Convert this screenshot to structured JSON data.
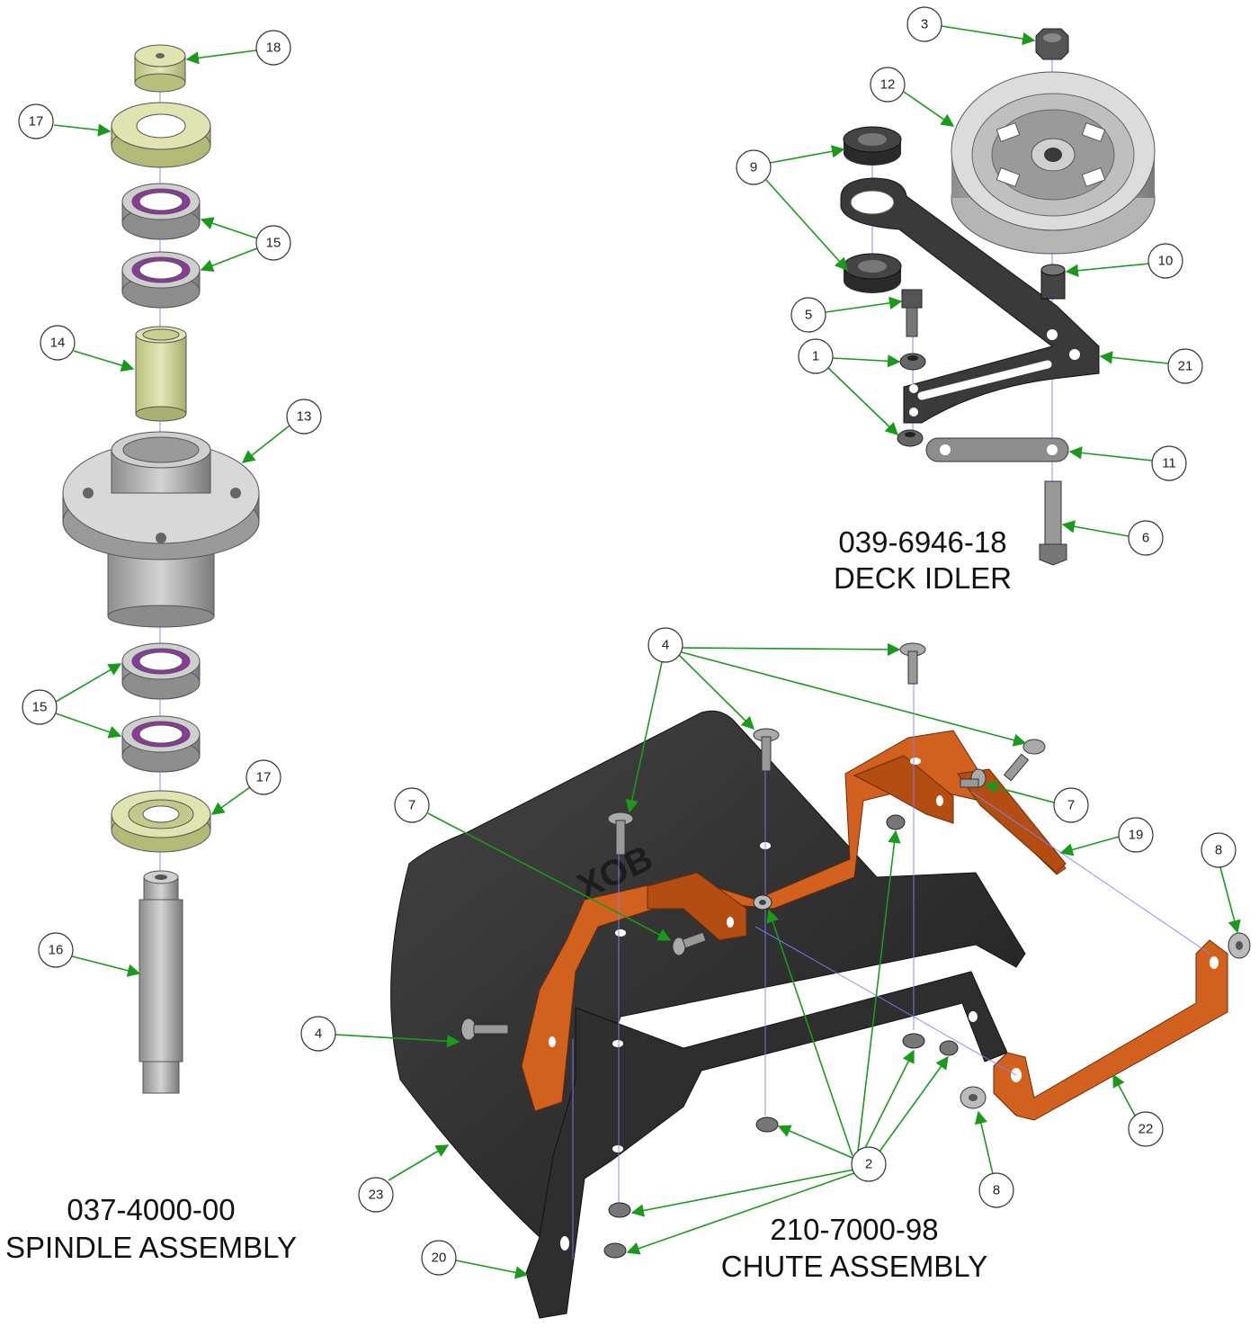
{
  "colors": {
    "leader": "#1a9a1a",
    "axis": "#8080ff",
    "part_dark": "#2c2c2c",
    "part_orange": "#d2601e",
    "part_grey": "#a9a9a9",
    "part_olive": "#d5dca0",
    "bearing_seal": "#8a3a9a"
  },
  "assemblies": [
    {
      "id": "spindle",
      "part_number": "037-4000-00",
      "name": "SPINDLE ASSEMBLY"
    },
    {
      "id": "idler",
      "part_number": "039-6946-18",
      "name": "DECK IDLER"
    },
    {
      "id": "chute",
      "part_number": "210-7000-98",
      "name": "CHUTE ASSEMBLY"
    }
  ],
  "callouts": {
    "c18": "18",
    "c17a": "17",
    "c15a": "15",
    "c14": "14",
    "c13": "13",
    "c15b": "15",
    "c17b": "17",
    "c16": "16",
    "c3": "3",
    "c12": "12",
    "c9": "9",
    "c10": "10",
    "c5": "5",
    "c1": "1",
    "c21": "21",
    "c11": "11",
    "c6": "6",
    "c4a": "4",
    "c7a": "7",
    "c7b": "7",
    "c19": "19",
    "c8a": "8",
    "c4b": "4",
    "c2": "2",
    "c22": "22",
    "c8b": "8",
    "c23": "23",
    "c20": "20"
  }
}
